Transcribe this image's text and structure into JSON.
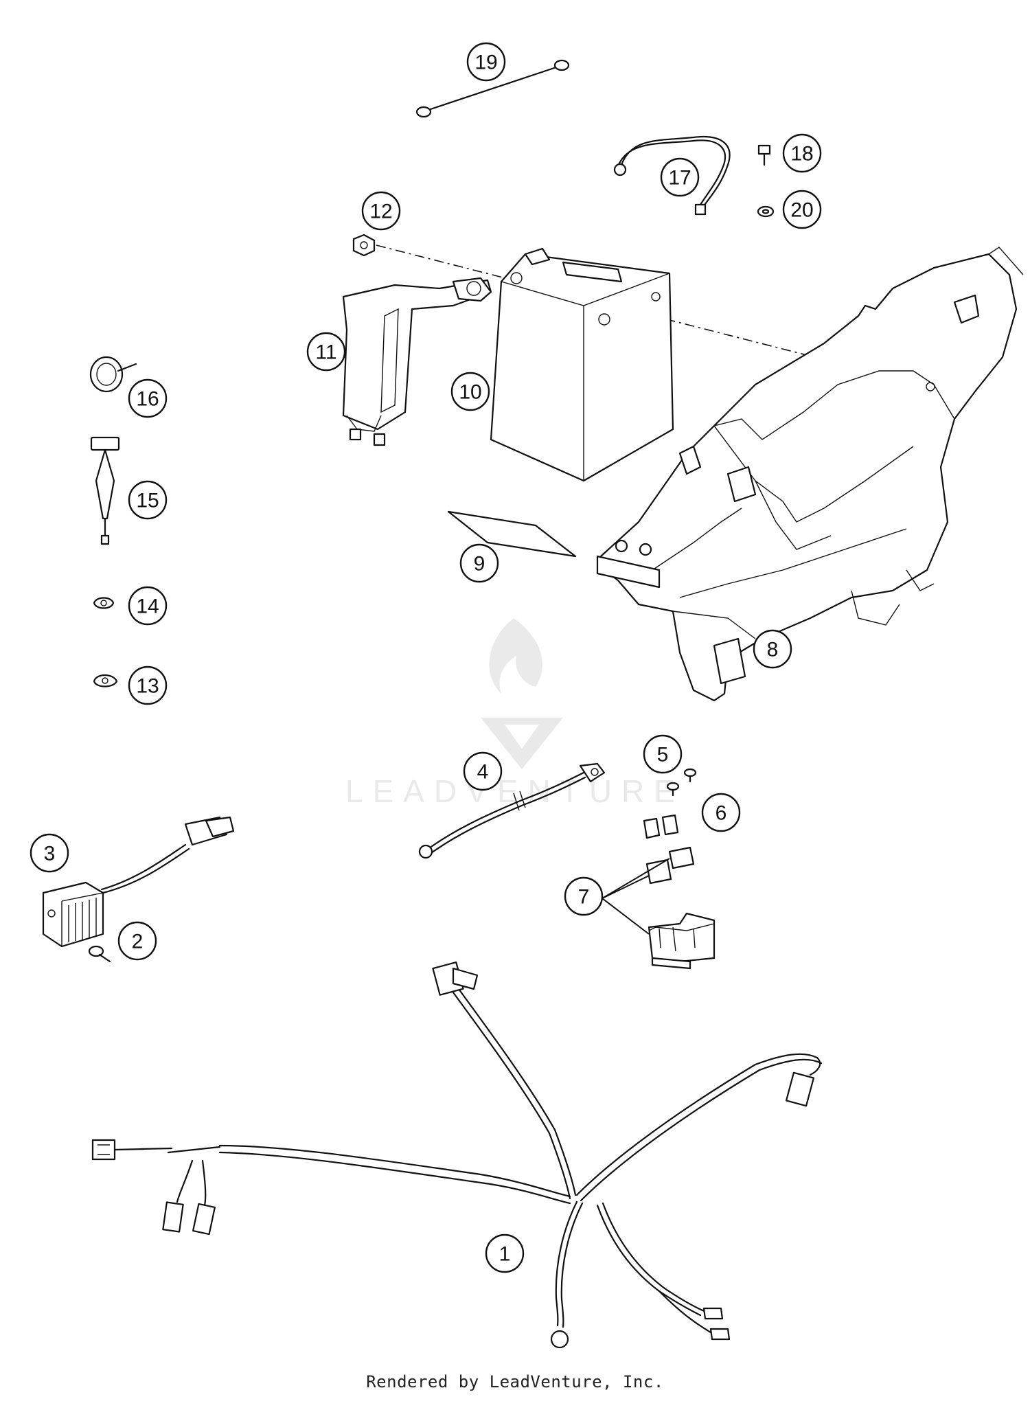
{
  "callouts": [
    "1",
    "2",
    "3",
    "4",
    "5",
    "6",
    "7",
    "8",
    "9",
    "10",
    "11",
    "12",
    "13",
    "14",
    "15",
    "16",
    "17",
    "18",
    "19",
    "20"
  ],
  "watermark": {
    "text": "LEADVENTURE"
  },
  "footer": {
    "text": "Rendered by LeadVenture, Inc."
  }
}
